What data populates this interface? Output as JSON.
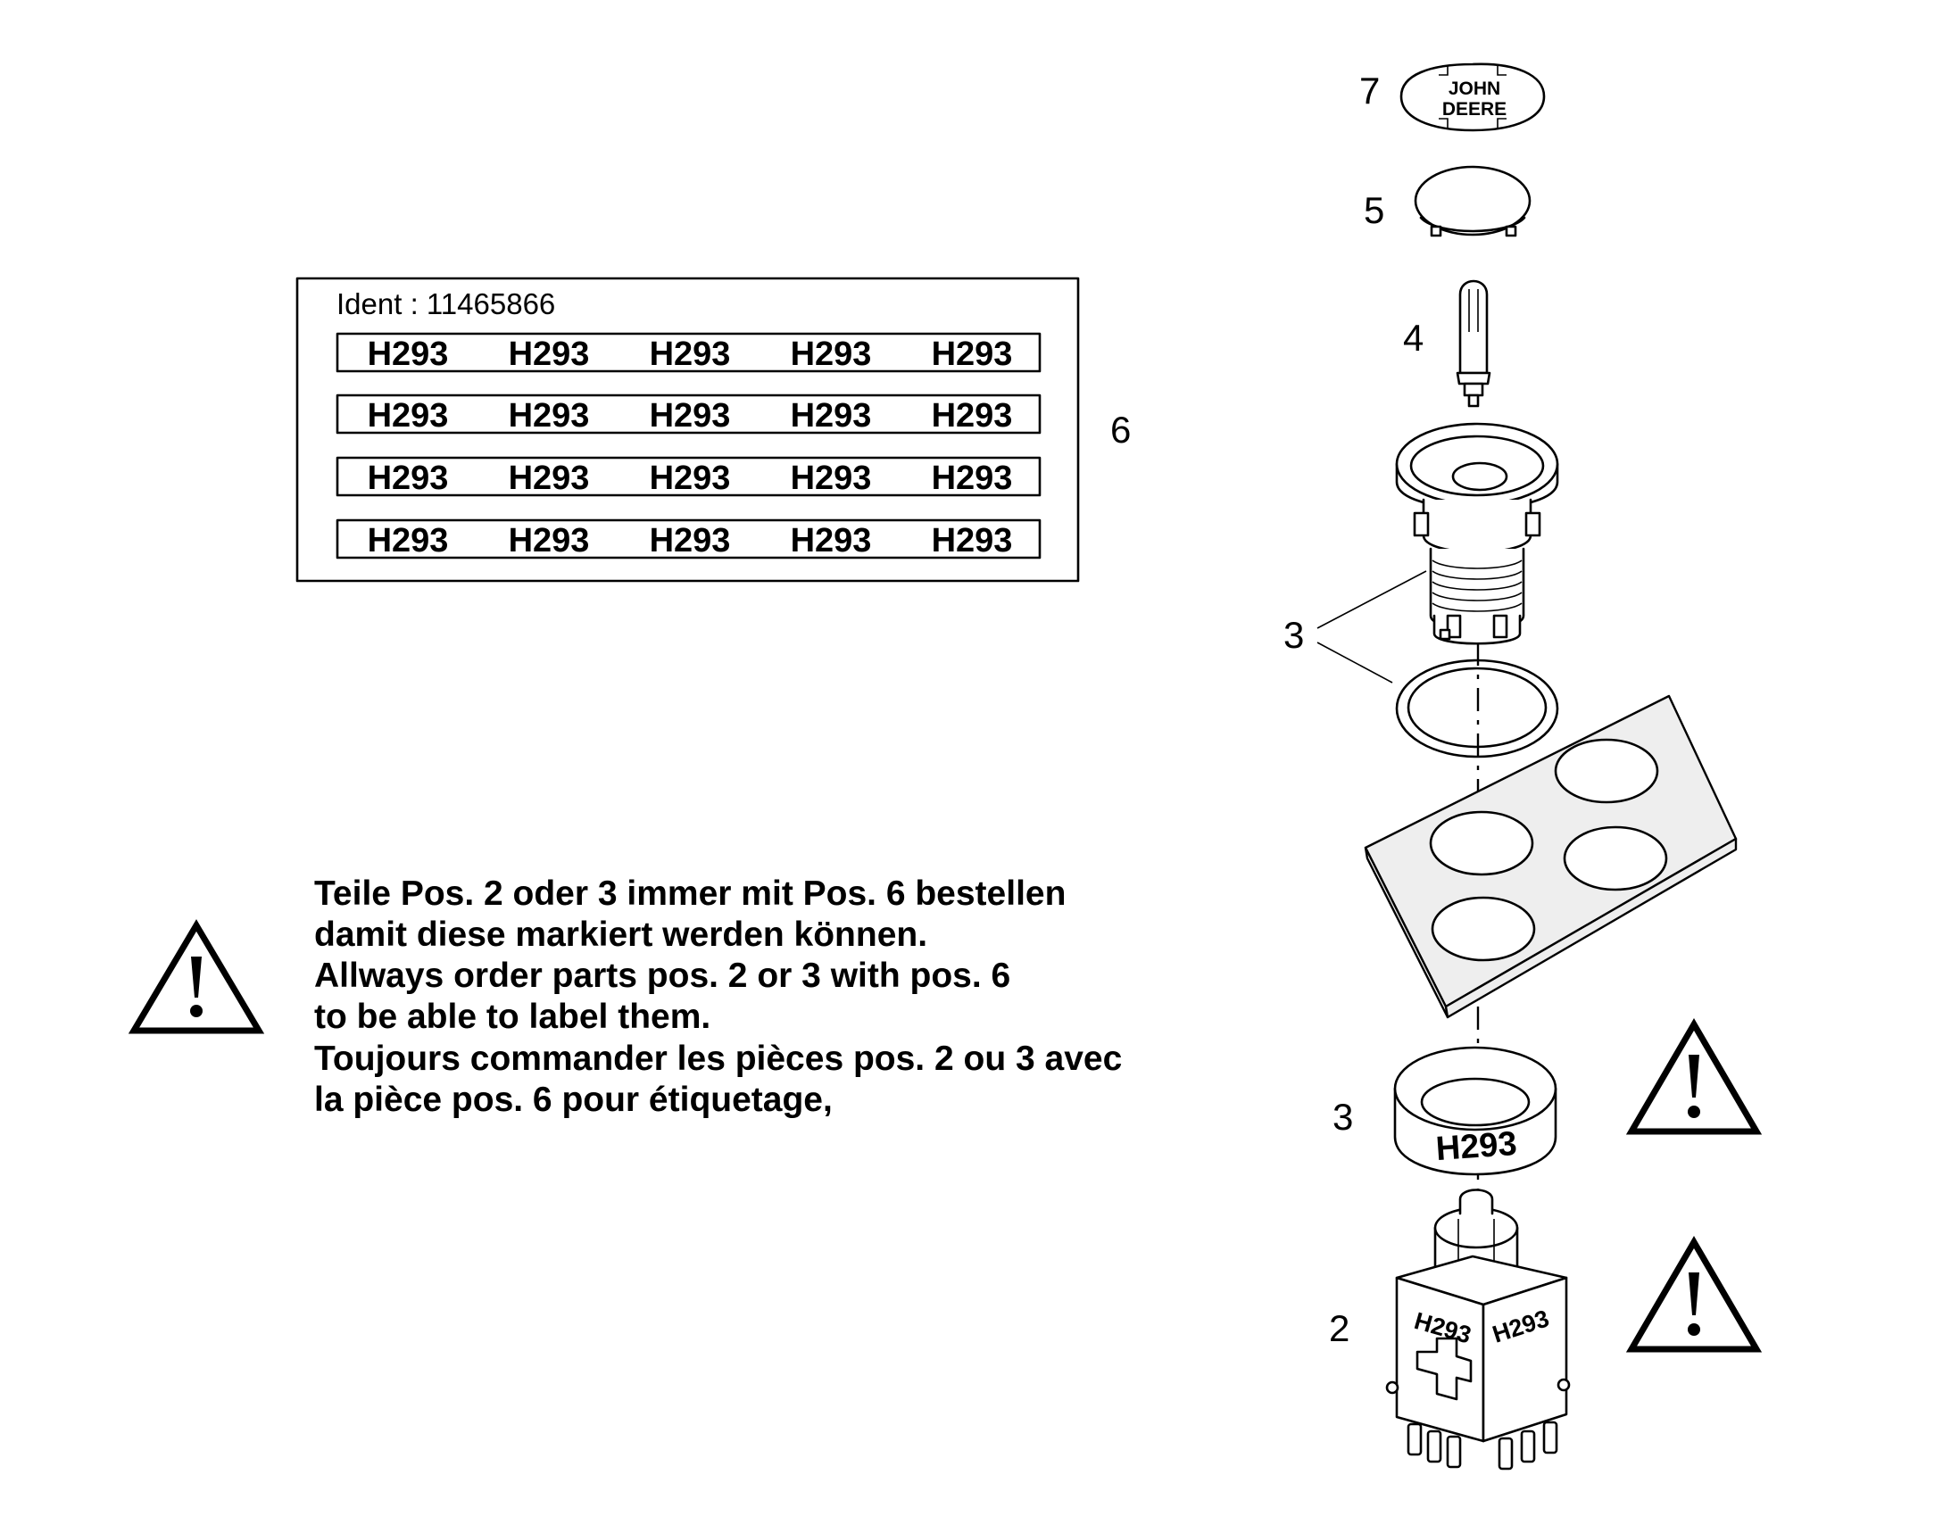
{
  "ident_label": {
    "ident": "Ident : 11465866",
    "rows": [
      [
        "H293",
        "H293",
        "H293",
        "H293",
        "H293"
      ],
      [
        "H293",
        "H293",
        "H293",
        "H293",
        "H293"
      ],
      [
        "H293",
        "H293",
        "H293",
        "H293",
        "H293"
      ],
      [
        "H293",
        "H293",
        "H293",
        "H293",
        "H293"
      ]
    ]
  },
  "callouts": {
    "pos7": "7",
    "pos5": "5",
    "pos4": "4",
    "pos6": "6",
    "pos3_upper": "3",
    "pos3_lower": "3",
    "pos2": "2"
  },
  "logo": {
    "line1": "JOHN",
    "line2": "DEERE"
  },
  "part_markings": {
    "ring": "H293",
    "switch_left": "H293",
    "switch_right": "H293"
  },
  "warning_note": {
    "lines": [
      "Teile Pos. 2 oder 3 immer mit Pos. 6 bestellen",
      "damit diese markiert werden können.",
      "Allways order parts pos. 2 or 3 with pos. 6",
      "to be able to label them.",
      "Toujours commander les pièces pos. 2 ou 3 avec",
      "la pièce pos. 6 pour étiquetage,"
    ]
  }
}
